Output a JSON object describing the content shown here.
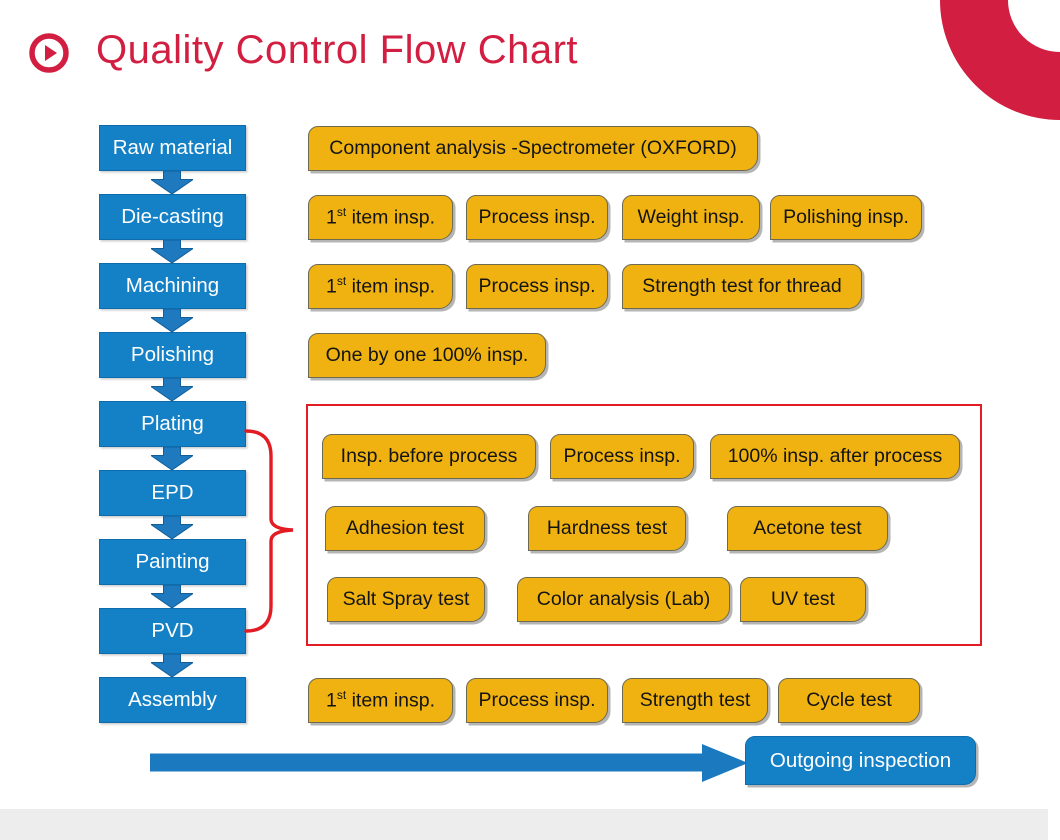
{
  "title": "Quality Control Flow Chart",
  "colors": {
    "crimson": "#D21E41",
    "group_red": "#E31B23",
    "process_blue": "#1480C5",
    "inspection_yellow": "#EFB211",
    "strip_gray": "#EDEDED"
  },
  "steps": [
    {
      "label": "Raw material"
    },
    {
      "label": "Die-casting"
    },
    {
      "label": "Machining"
    },
    {
      "label": "Polishing"
    },
    {
      "label": "Plating"
    },
    {
      "label": "EPD"
    },
    {
      "label": "Painting"
    },
    {
      "label": "PVD"
    },
    {
      "label": "Assembly"
    }
  ],
  "inspections": {
    "raw_material": [
      {
        "label": "Component analysis -Spectrometer (OXFORD)"
      }
    ],
    "die_casting": [
      {
        "pre": "1",
        "sup": "st",
        "rest": " item insp."
      },
      {
        "label": "Process insp."
      },
      {
        "label": "Weight insp."
      },
      {
        "label": "Polishing insp."
      }
    ],
    "machining": [
      {
        "pre": "1",
        "sup": "st",
        "rest": " item insp."
      },
      {
        "label": "Process insp."
      },
      {
        "label": "Strength test for thread"
      }
    ],
    "polishing": [
      {
        "label": "One by one 100% insp."
      }
    ],
    "surface_treatments": {
      "row1": [
        {
          "label": "Insp. before process"
        },
        {
          "label": "Process insp."
        },
        {
          "label": "100% insp. after process"
        }
      ],
      "row2": [
        {
          "label": "Adhesion test"
        },
        {
          "label": "Hardness test"
        },
        {
          "label": "Acetone test"
        }
      ],
      "row3": [
        {
          "label": "Salt Spray test"
        },
        {
          "label": "Color analysis (Lab)"
        },
        {
          "label": "UV test"
        }
      ]
    },
    "assembly": [
      {
        "pre": "1",
        "sup": "st",
        "rest": " item insp."
      },
      {
        "label": "Process insp."
      },
      {
        "label": "Strength test"
      },
      {
        "label": "Cycle test"
      }
    ]
  },
  "outgoing": {
    "label": "Outgoing inspection"
  }
}
